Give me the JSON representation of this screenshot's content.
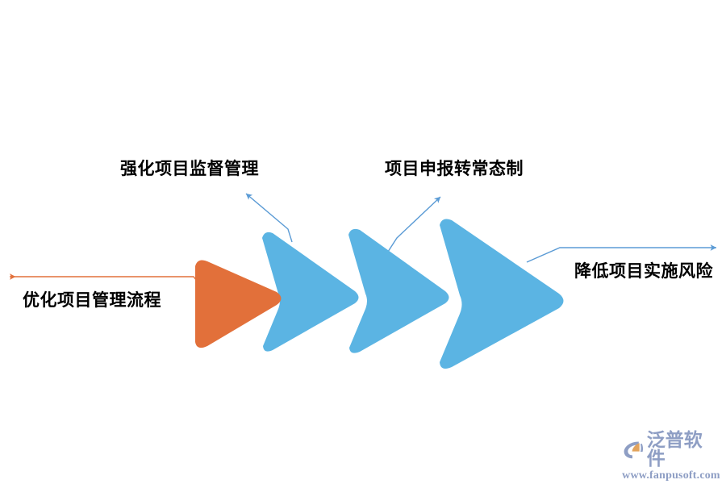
{
  "diagram": {
    "type": "process-chevron-flow",
    "title_text": "",
    "colors": {
      "accent_orange": "#e2703a",
      "accent_blue": "#5bb4e3",
      "connector_blue": "#5b9bd5",
      "connector_orange": "#e2703a",
      "label_text": "#000000",
      "background": "#ffffff",
      "watermark": "#8e9ec4"
    },
    "shapes": [
      {
        "name": "stage-1-arrow",
        "shape": "triangle",
        "color": "#e2703a",
        "order": 1
      },
      {
        "name": "stage-2-chevron",
        "shape": "chevron",
        "color": "#5bb4e3",
        "order": 2
      },
      {
        "name": "stage-3-chevron",
        "shape": "chevron",
        "color": "#5bb4e3",
        "order": 3
      },
      {
        "name": "stage-4-chevron",
        "shape": "chevron",
        "color": "#5bb4e3",
        "order": 4
      }
    ],
    "callouts": [
      {
        "id": "optimize",
        "text": "优化项目管理流程",
        "position": "left",
        "connector_color": "#e2703a",
        "anchor_shape": "stage-1-arrow"
      },
      {
        "id": "supervise",
        "text": "强化项目监督管理",
        "position": "top-left",
        "connector_color": "#5b9bd5",
        "anchor_shape": "stage-2-chevron"
      },
      {
        "id": "declare",
        "text": "项目申报转常态制",
        "position": "top-right",
        "connector_color": "#5b9bd5",
        "anchor_shape": "stage-3-chevron"
      },
      {
        "id": "risk",
        "text": "降低项目实施风险",
        "position": "right",
        "connector_color": "#5b9bd5",
        "anchor_shape": "stage-4-chevron"
      }
    ]
  },
  "watermark": {
    "brand": "泛普软件",
    "url": "www.fanpusoft.com",
    "icon": "fanpu-logo-icon"
  }
}
